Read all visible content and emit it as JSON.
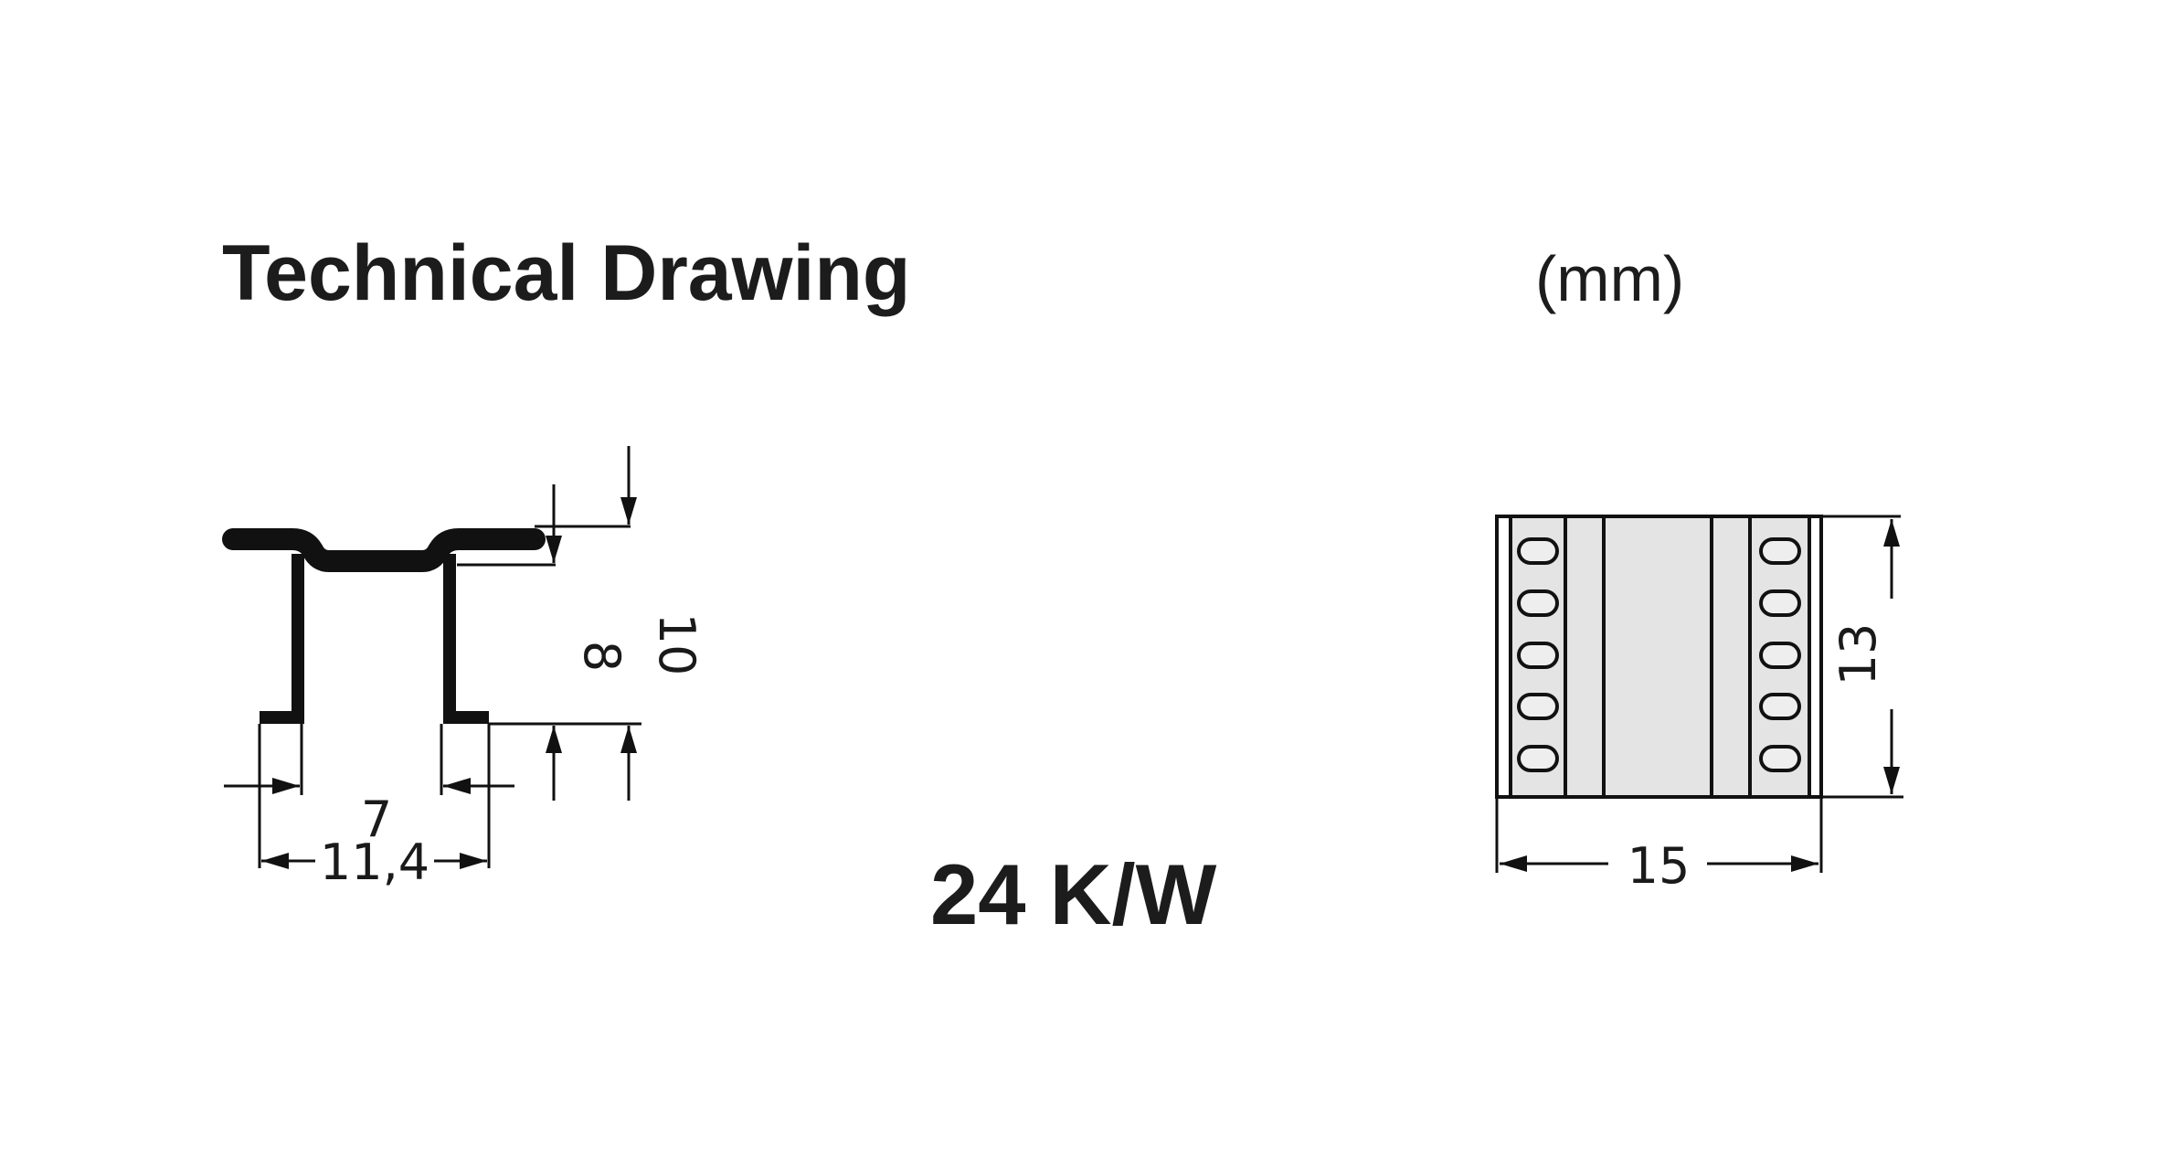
{
  "header": {
    "title": "Technical Drawing",
    "unit": "(mm)"
  },
  "thermal_resistance": "24 K/W",
  "profile_view": {
    "dim_inner_width": "7",
    "dim_outer_width": "11,4",
    "dim_height_inner": "8",
    "dim_height_outer": "10"
  },
  "top_view": {
    "dim_width": "15",
    "dim_height": "13"
  },
  "colors": {
    "line": "#111111",
    "fill": "#e4e4e4",
    "text": "#1c1c1c"
  }
}
